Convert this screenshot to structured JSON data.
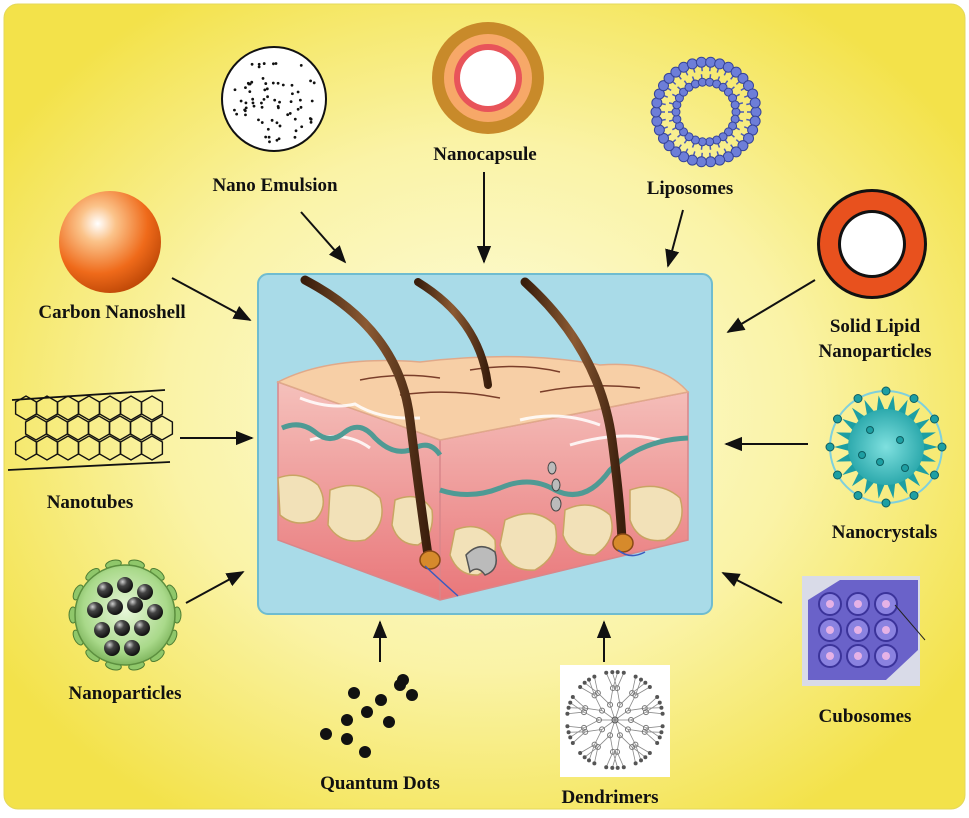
{
  "diagram": {
    "colors": {
      "background_center": "#fdfde0",
      "background_edge": "#f3e24a",
      "panel_fill": "#a9dbe8",
      "panel_stroke": "#6fbcd0",
      "arrow": "#111111"
    },
    "center": {
      "icon": "skin-cross-section-icon"
    },
    "nodes": [
      {
        "id": "nano-emulsion",
        "label": "Nano Emulsion",
        "icon": "nano-emulsion-icon"
      },
      {
        "id": "nanocapsule",
        "label": "Nanocapsule",
        "icon": "nanocapsule-icon"
      },
      {
        "id": "liposomes",
        "label": "Liposomes",
        "icon": "liposome-icon"
      },
      {
        "id": "carbon-nanoshell",
        "label": "Carbon Nanoshell",
        "icon": "carbon-nanoshell-icon"
      },
      {
        "id": "solid-lipid-nanoparticles",
        "label_lines": [
          "Solid Lipid",
          "Nanoparticles"
        ],
        "icon": "solid-lipid-nanoparticle-icon"
      },
      {
        "id": "nanotubes",
        "label": "Nanotubes",
        "icon": "nanotube-icon"
      },
      {
        "id": "nanocrystals",
        "label": "Nanocrystals",
        "icon": "nanocrystal-icon"
      },
      {
        "id": "nanoparticles",
        "label": "Nanoparticles",
        "icon": "nanoparticle-icon"
      },
      {
        "id": "cubosomes",
        "label": "Cubosomes",
        "icon": "cubosome-icon"
      },
      {
        "id": "quantum-dots",
        "label": "Quantum Dots",
        "icon": "quantum-dots-icon"
      },
      {
        "id": "dendrimers",
        "label": "Dendrimers",
        "icon": "dendrimer-icon"
      }
    ]
  }
}
